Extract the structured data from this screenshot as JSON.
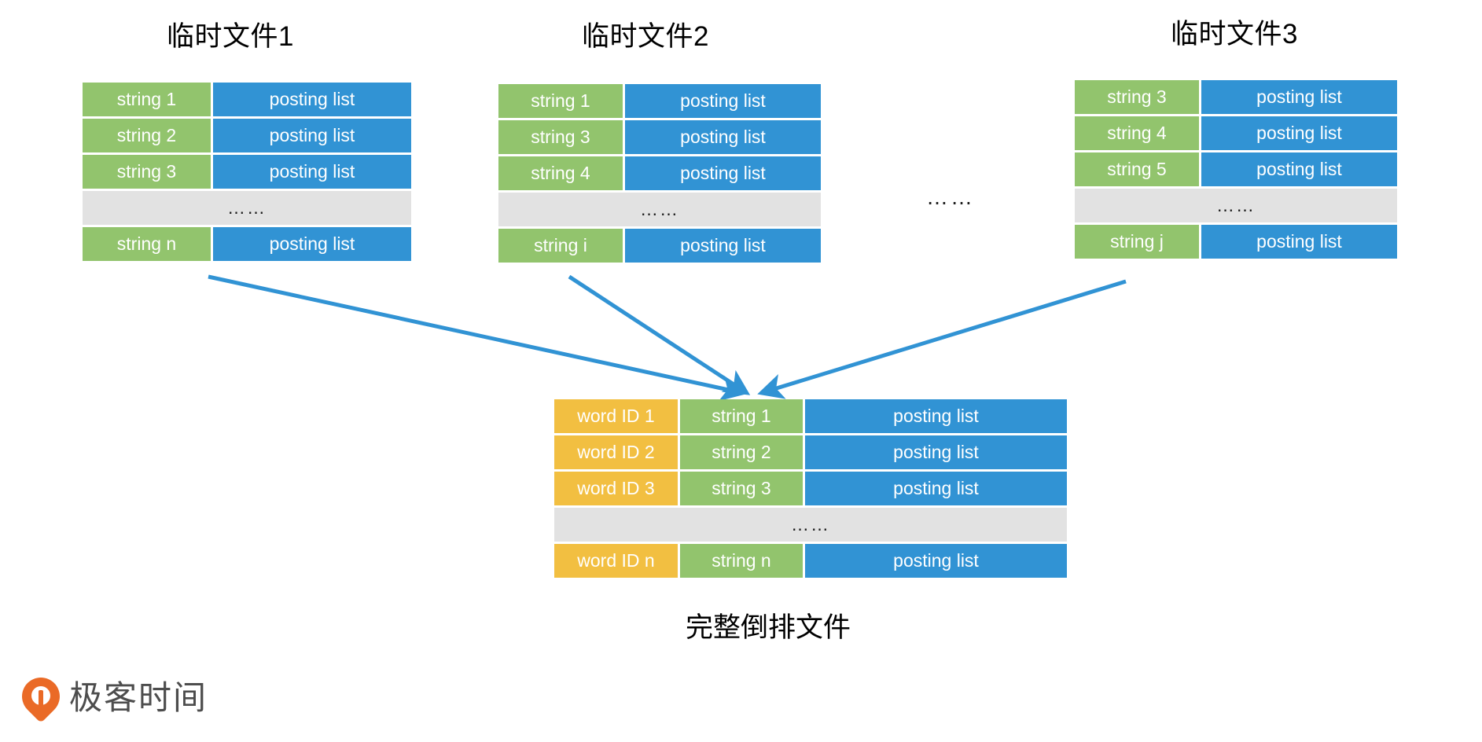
{
  "diagram": {
    "caption": "完整倒排文件",
    "colors": {
      "key": "#92c46d",
      "posting": "#3193d4",
      "word_id": "#f2bf41",
      "ellipsis_row": "#e2e2e2",
      "arrow": "#3193d4",
      "logo_orange": "#ea6a26",
      "logo_text": "#4d4d4d"
    },
    "ellipsis_text": "……",
    "middle_ellipsis": "……",
    "temp_files": [
      {
        "title": "临时文件1",
        "rows": [
          {
            "key": "string 1",
            "posting": "posting list"
          },
          {
            "key": "string 2",
            "posting": "posting list"
          },
          {
            "key": "string 3",
            "posting": "posting list"
          },
          {
            "ellipsis": "……"
          },
          {
            "key": "string n",
            "posting": "posting list"
          }
        ]
      },
      {
        "title": "临时文件2",
        "rows": [
          {
            "key": "string 1",
            "posting": "posting list"
          },
          {
            "key": "string 3",
            "posting": "posting list"
          },
          {
            "key": "string 4",
            "posting": "posting list"
          },
          {
            "ellipsis": "……"
          },
          {
            "key": "string i",
            "posting": "posting list"
          }
        ]
      },
      {
        "title": "临时文件3",
        "rows": [
          {
            "key": "string 3",
            "posting": "posting list"
          },
          {
            "key": "string 4",
            "posting": "posting list"
          },
          {
            "key": "string 5",
            "posting": "posting list"
          },
          {
            "ellipsis": "……"
          },
          {
            "key": "string j",
            "posting": "posting list"
          }
        ]
      }
    ],
    "merged_table": {
      "rows": [
        {
          "word_id": "word ID 1",
          "key": "string 1",
          "posting": "posting list"
        },
        {
          "word_id": "word ID 2",
          "key": "string 2",
          "posting": "posting list"
        },
        {
          "word_id": "word ID 3",
          "key": "string 3",
          "posting": "posting list"
        },
        {
          "ellipsis": "……"
        },
        {
          "word_id": "word ID n",
          "key": "string n",
          "posting": "posting list"
        }
      ]
    }
  },
  "logo": {
    "text": "极客时间"
  }
}
